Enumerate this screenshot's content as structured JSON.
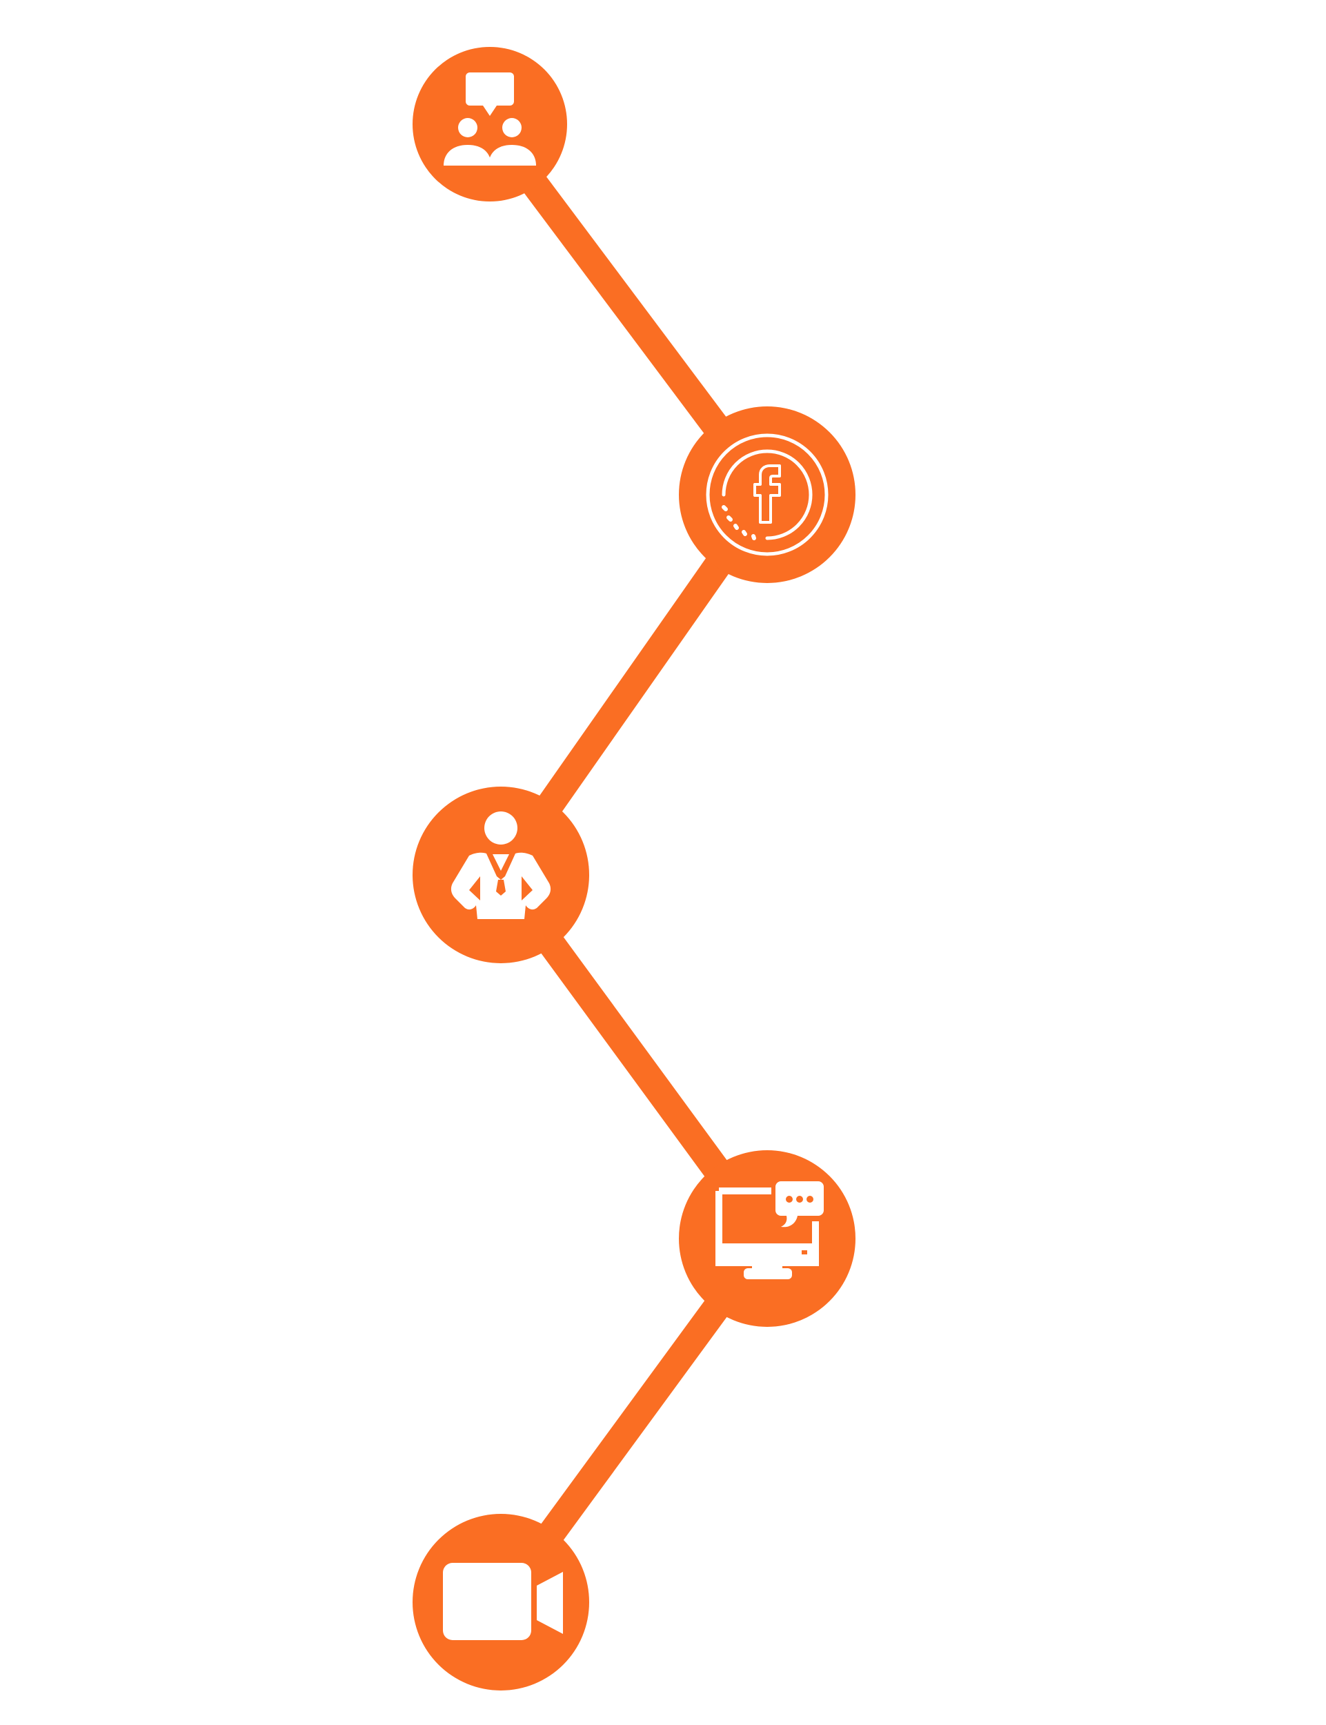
{
  "colors": {
    "accent": "#FA6E23",
    "icon": "#FFFFFF",
    "background": "#FFFFFF"
  },
  "nodes": [
    {
      "id": "node-1",
      "icon": "two-people-chat-icon"
    },
    {
      "id": "node-2",
      "icon": "facebook-circle-icon"
    },
    {
      "id": "node-3",
      "icon": "businessman-icon"
    },
    {
      "id": "node-4",
      "icon": "computer-message-icon"
    },
    {
      "id": "node-5",
      "icon": "video-camera-icon"
    }
  ],
  "links": [
    {
      "from": "node-1",
      "to": "node-2"
    },
    {
      "from": "node-2",
      "to": "node-3"
    },
    {
      "from": "node-3",
      "to": "node-4"
    },
    {
      "from": "node-4",
      "to": "node-5"
    }
  ]
}
